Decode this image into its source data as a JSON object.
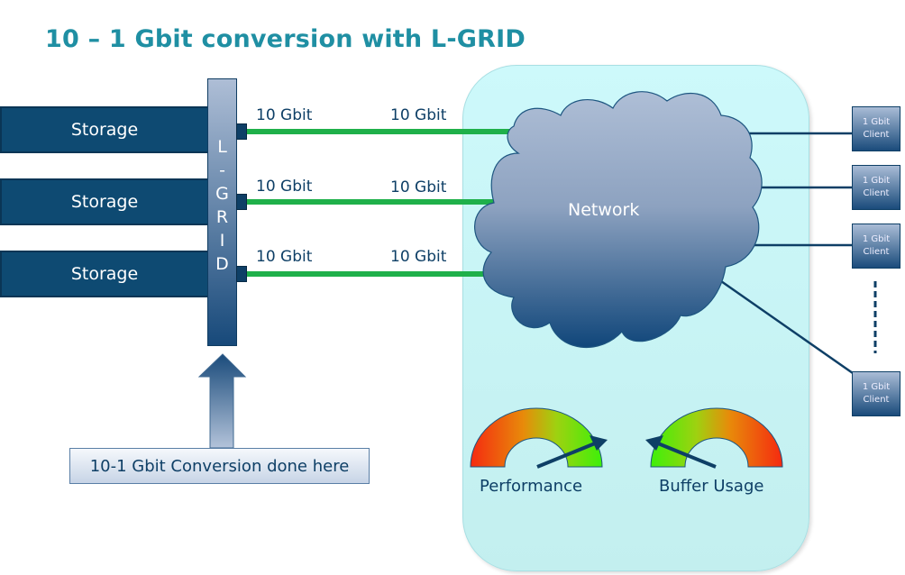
{
  "title": "10 – 1 Gbit conversion with L-GRID",
  "storage": [
    {
      "label": "Storage"
    },
    {
      "label": "Storage"
    },
    {
      "label": "Storage"
    }
  ],
  "lgrid": {
    "letters": [
      "L",
      "-",
      "G",
      "R",
      "I",
      "D"
    ]
  },
  "links": [
    {
      "left_label": "10 Gbit",
      "right_label": "10 Gbit"
    },
    {
      "left_label": "10 Gbit",
      "right_label": "10 Gbit"
    },
    {
      "left_label": "10 Gbit",
      "right_label": "10 Gbit"
    }
  ],
  "network": {
    "label": "Network"
  },
  "clients": [
    {
      "line1": "1 Gbit",
      "line2": "Client"
    },
    {
      "line1": "1 Gbit",
      "line2": "Client"
    },
    {
      "line1": "1 Gbit",
      "line2": "Client"
    },
    {
      "line1": "1 Gbit",
      "line2": "Client"
    }
  ],
  "callout": {
    "label": "10-1 Gbit Conversion done here"
  },
  "gauges": [
    {
      "label": "Performance",
      "level": 0.85,
      "scale": "red-to-green"
    },
    {
      "label": "Buffer Usage",
      "level": 0.15,
      "scale": "green-to-red"
    }
  ],
  "colors": {
    "title": "#1f8fa3",
    "link": "#1fb04a",
    "dark": "#0e4a72"
  }
}
